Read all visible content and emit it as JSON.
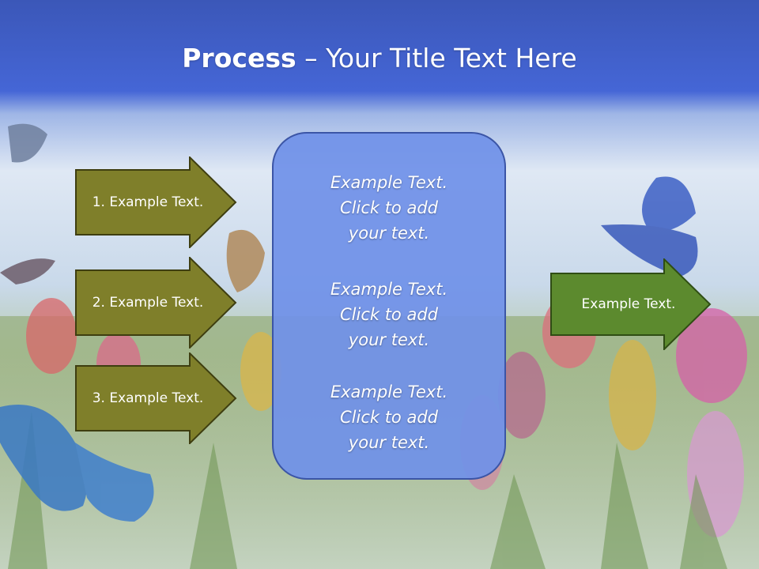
{
  "title": {
    "bold": "Process",
    "rest": " – Your Title Text Here"
  },
  "left_arrows": [
    {
      "label": "1. Example Text."
    },
    {
      "label": "2. Example Text."
    },
    {
      "label": "3. Example Text."
    }
  ],
  "center_blocks": [
    {
      "line1": "Example Text.",
      "line2": "Click  to add",
      "line3": "your text."
    },
    {
      "line1": "Example Text.",
      "line2": "Click  to add",
      "line3": "your text."
    },
    {
      "line1": "Example Text.",
      "line2": "Click  to add",
      "line3": "your text."
    }
  ],
  "right_arrow": {
    "label": "Example Text."
  },
  "colors": {
    "header_blue": "#3f5fce",
    "left_arrow_fill": "#7f7f2a",
    "right_arrow_fill": "#5c8a2e",
    "center_box_fill": "#7091e8",
    "center_box_border": "#3b55a6"
  }
}
